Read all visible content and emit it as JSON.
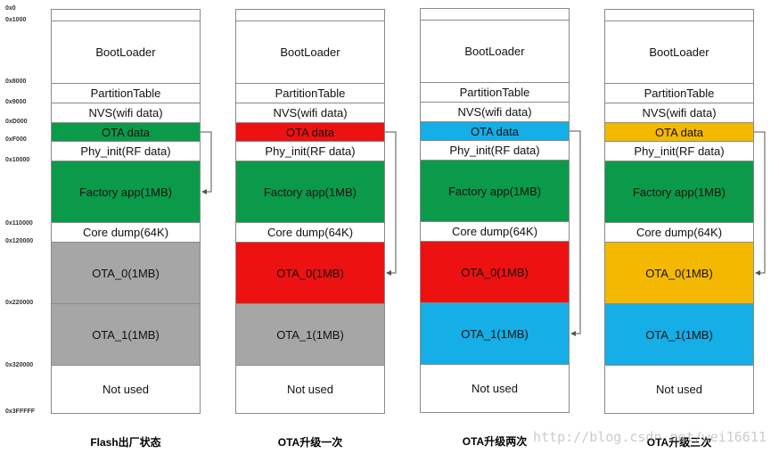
{
  "addresses": [
    "0x0",
    "0x1000",
    "0x8000",
    "0x9000",
    "0xD000",
    "0xF000",
    "0x10000",
    "0x110000",
    "0x120000",
    "0x220000",
    "0x320000",
    "0x3FFFFF"
  ],
  "colors": {
    "white": "#ffffff",
    "green": "#0a9a4a",
    "red": "#ee1111",
    "gray": "#a6a6a6",
    "blue": "#15aee6",
    "orange": "#f5b800",
    "border": "#8a8a8a"
  },
  "columns": [
    {
      "caption": "Flash出厂状态",
      "segments": [
        {
          "label": "",
          "color": "white"
        },
        {
          "label": "BootLoader",
          "color": "white"
        },
        {
          "label": "PartitionTable",
          "color": "white"
        },
        {
          "label": "NVS(wifi data)",
          "color": "white"
        },
        {
          "label": "OTA data",
          "color": "green"
        },
        {
          "label": "Phy_init(RF data)",
          "color": "white"
        },
        {
          "label": "Factory app(1MB)",
          "color": "green"
        },
        {
          "label": "Core dump(64K)",
          "color": "white"
        },
        {
          "label": "OTA_0(1MB)",
          "color": "gray"
        },
        {
          "label": "OTA_1(1MB)",
          "color": "gray"
        },
        {
          "label": "Not used",
          "color": "white"
        }
      ],
      "arrow_target": "Factory app(1MB)"
    },
    {
      "caption": "OTA升级一次",
      "segments": [
        {
          "label": "",
          "color": "white"
        },
        {
          "label": "BootLoader",
          "color": "white"
        },
        {
          "label": "PartitionTable",
          "color": "white"
        },
        {
          "label": "NVS(wifi data)",
          "color": "white"
        },
        {
          "label": "OTA data",
          "color": "red"
        },
        {
          "label": "Phy_init(RF data)",
          "color": "white"
        },
        {
          "label": "Factory app(1MB)",
          "color": "green"
        },
        {
          "label": "Core dump(64K)",
          "color": "white"
        },
        {
          "label": "OTA_0(1MB)",
          "color": "red"
        },
        {
          "label": "OTA_1(1MB)",
          "color": "gray"
        },
        {
          "label": "Not used",
          "color": "white"
        }
      ],
      "arrow_target": "OTA_0(1MB)"
    },
    {
      "caption": "OTA升级两次",
      "segments": [
        {
          "label": "",
          "color": "white"
        },
        {
          "label": "BootLoader",
          "color": "white"
        },
        {
          "label": "PartitionTable",
          "color": "white"
        },
        {
          "label": "NVS(wifi data)",
          "color": "white"
        },
        {
          "label": "OTA data",
          "color": "blue"
        },
        {
          "label": "Phy_init(RF data)",
          "color": "white"
        },
        {
          "label": "Factory app(1MB)",
          "color": "green"
        },
        {
          "label": "Core dump(64K)",
          "color": "white"
        },
        {
          "label": "OTA_0(1MB)",
          "color": "red"
        },
        {
          "label": "OTA_1(1MB)",
          "color": "blue"
        },
        {
          "label": "Not used",
          "color": "white"
        }
      ],
      "arrow_target": "OTA_1(1MB)"
    },
    {
      "caption": "OTA升级三次",
      "segments": [
        {
          "label": "",
          "color": "white"
        },
        {
          "label": "BootLoader",
          "color": "white"
        },
        {
          "label": "PartitionTable",
          "color": "white"
        },
        {
          "label": "NVS(wifi data)",
          "color": "white"
        },
        {
          "label": "OTA data",
          "color": "orange"
        },
        {
          "label": "Phy_init(RF data)",
          "color": "white"
        },
        {
          "label": "Factory app(1MB)",
          "color": "green"
        },
        {
          "label": "Core dump(64K)",
          "color": "white"
        },
        {
          "label": "OTA_0(1MB)",
          "color": "orange"
        },
        {
          "label": "OTA_1(1MB)",
          "color": "blue"
        },
        {
          "label": "Not used",
          "color": "white"
        }
      ],
      "arrow_target": "OTA_0(1MB)"
    }
  ],
  "watermark": "http://blog.csdn.net/wei16611"
}
